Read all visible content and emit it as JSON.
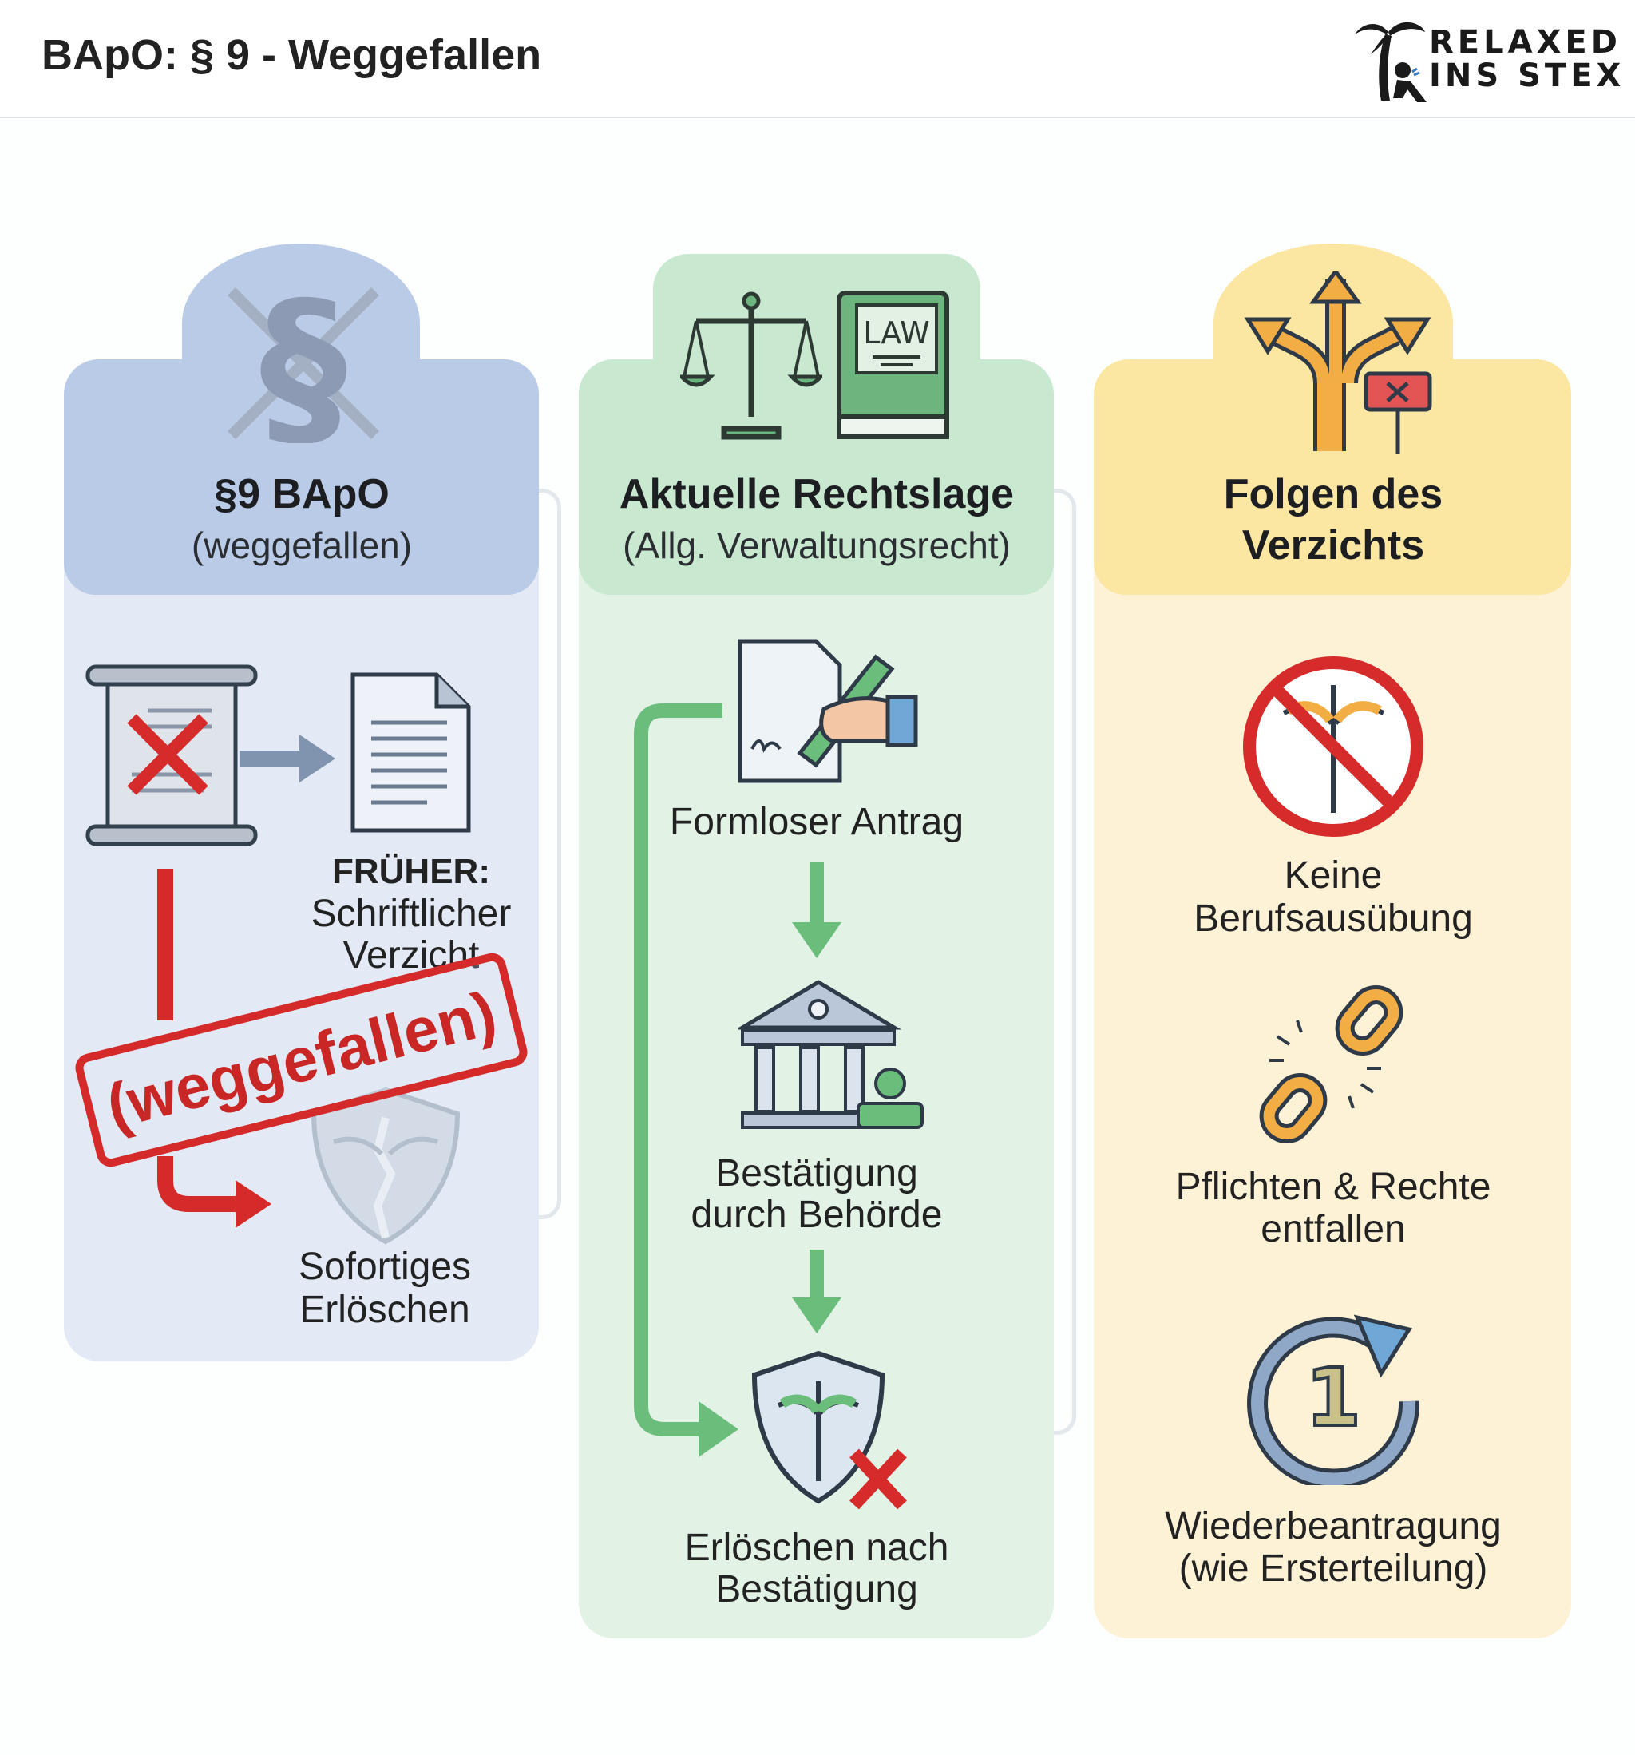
{
  "header": {
    "title": "BApO: § 9 - Weggefallen",
    "logo_text_line1": "RELAXED",
    "logo_text_line2": "INS STEX"
  },
  "columns": [
    {
      "title": "§9 BApO",
      "subtitle": "(weggefallen)",
      "color": "#b9cbe6",
      "items": {
        "earlier_heading": "FRÜHER:",
        "earlier_text_1": "Schriftlicher",
        "earlier_text_2": "Verzicht",
        "stamp": "(weggefallen)",
        "result_1": "Sofortiges",
        "result_2": "Erlöschen"
      }
    },
    {
      "title": "Aktuelle Rechtslage",
      "subtitle": "(Allg. Verwaltungsrecht)",
      "color": "#c8e8d0",
      "book_label": "LAW",
      "steps": [
        {
          "line1": "Formloser Antrag",
          "line2": ""
        },
        {
          "line1": "Bestätigung",
          "line2": "durch Behörde"
        },
        {
          "line1": "Erlöschen nach",
          "line2": "Bestätigung"
        }
      ]
    },
    {
      "title_line1": "Folgen des",
      "title_line2": "Verzichts",
      "color": "#fbe6a2",
      "items": [
        {
          "line1": "Keine",
          "line2": "Berufsausübung",
          "icon": "no-caduceus-icon"
        },
        {
          "line1": "Pflichten & Rechte",
          "line2": "entfallen",
          "icon": "broken-chain-icon"
        },
        {
          "line1": "Wiederbeantragung",
          "line2": "(wie Ersterteilung)",
          "icon": "restart-icon"
        }
      ]
    }
  ]
}
